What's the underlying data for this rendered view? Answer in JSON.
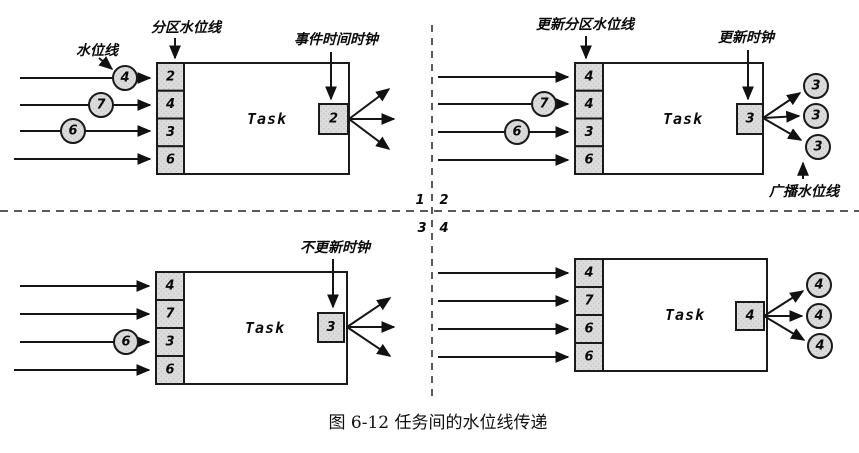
{
  "figure": {
    "caption": "图 6-12 任务间的水位线传递"
  },
  "colors": {
    "shape_fill": "#dbdbdb",
    "stroke": "#1a1a1a",
    "background": "#ffffff"
  },
  "quadrants": [
    {
      "corner_label": "1",
      "labels": {
        "watermark": "水位线",
        "partition_watermark": "分区水位线",
        "event_time_clock": "事件时间时钟"
      },
      "task_label": "Task",
      "input_watermarks": [
        "4",
        "7",
        "6"
      ],
      "partition_cells": [
        "2",
        "4",
        "3",
        "6"
      ],
      "clock_value": "2"
    },
    {
      "corner_label": "2",
      "labels": {
        "update_partition_watermark": "更新分区水位线",
        "update_clock": "更新时钟",
        "broadcast_watermark": "广播水位线"
      },
      "task_label": "Task",
      "input_watermarks": [
        "7",
        "6"
      ],
      "partition_cells": [
        "4",
        "4",
        "3",
        "6"
      ],
      "clock_value": "3",
      "output_watermarks": [
        "3",
        "3",
        "3"
      ]
    },
    {
      "corner_label": "3",
      "labels": {
        "no_update_clock": "不更新时钟"
      },
      "task_label": "Task",
      "input_watermarks": [
        "6"
      ],
      "partition_cells": [
        "4",
        "7",
        "3",
        "6"
      ],
      "clock_value": "3"
    },
    {
      "corner_label": "4",
      "task_label": "Task",
      "partition_cells": [
        "4",
        "7",
        "6",
        "6"
      ],
      "clock_value": "4",
      "output_watermarks": [
        "4",
        "4",
        "4"
      ]
    }
  ]
}
